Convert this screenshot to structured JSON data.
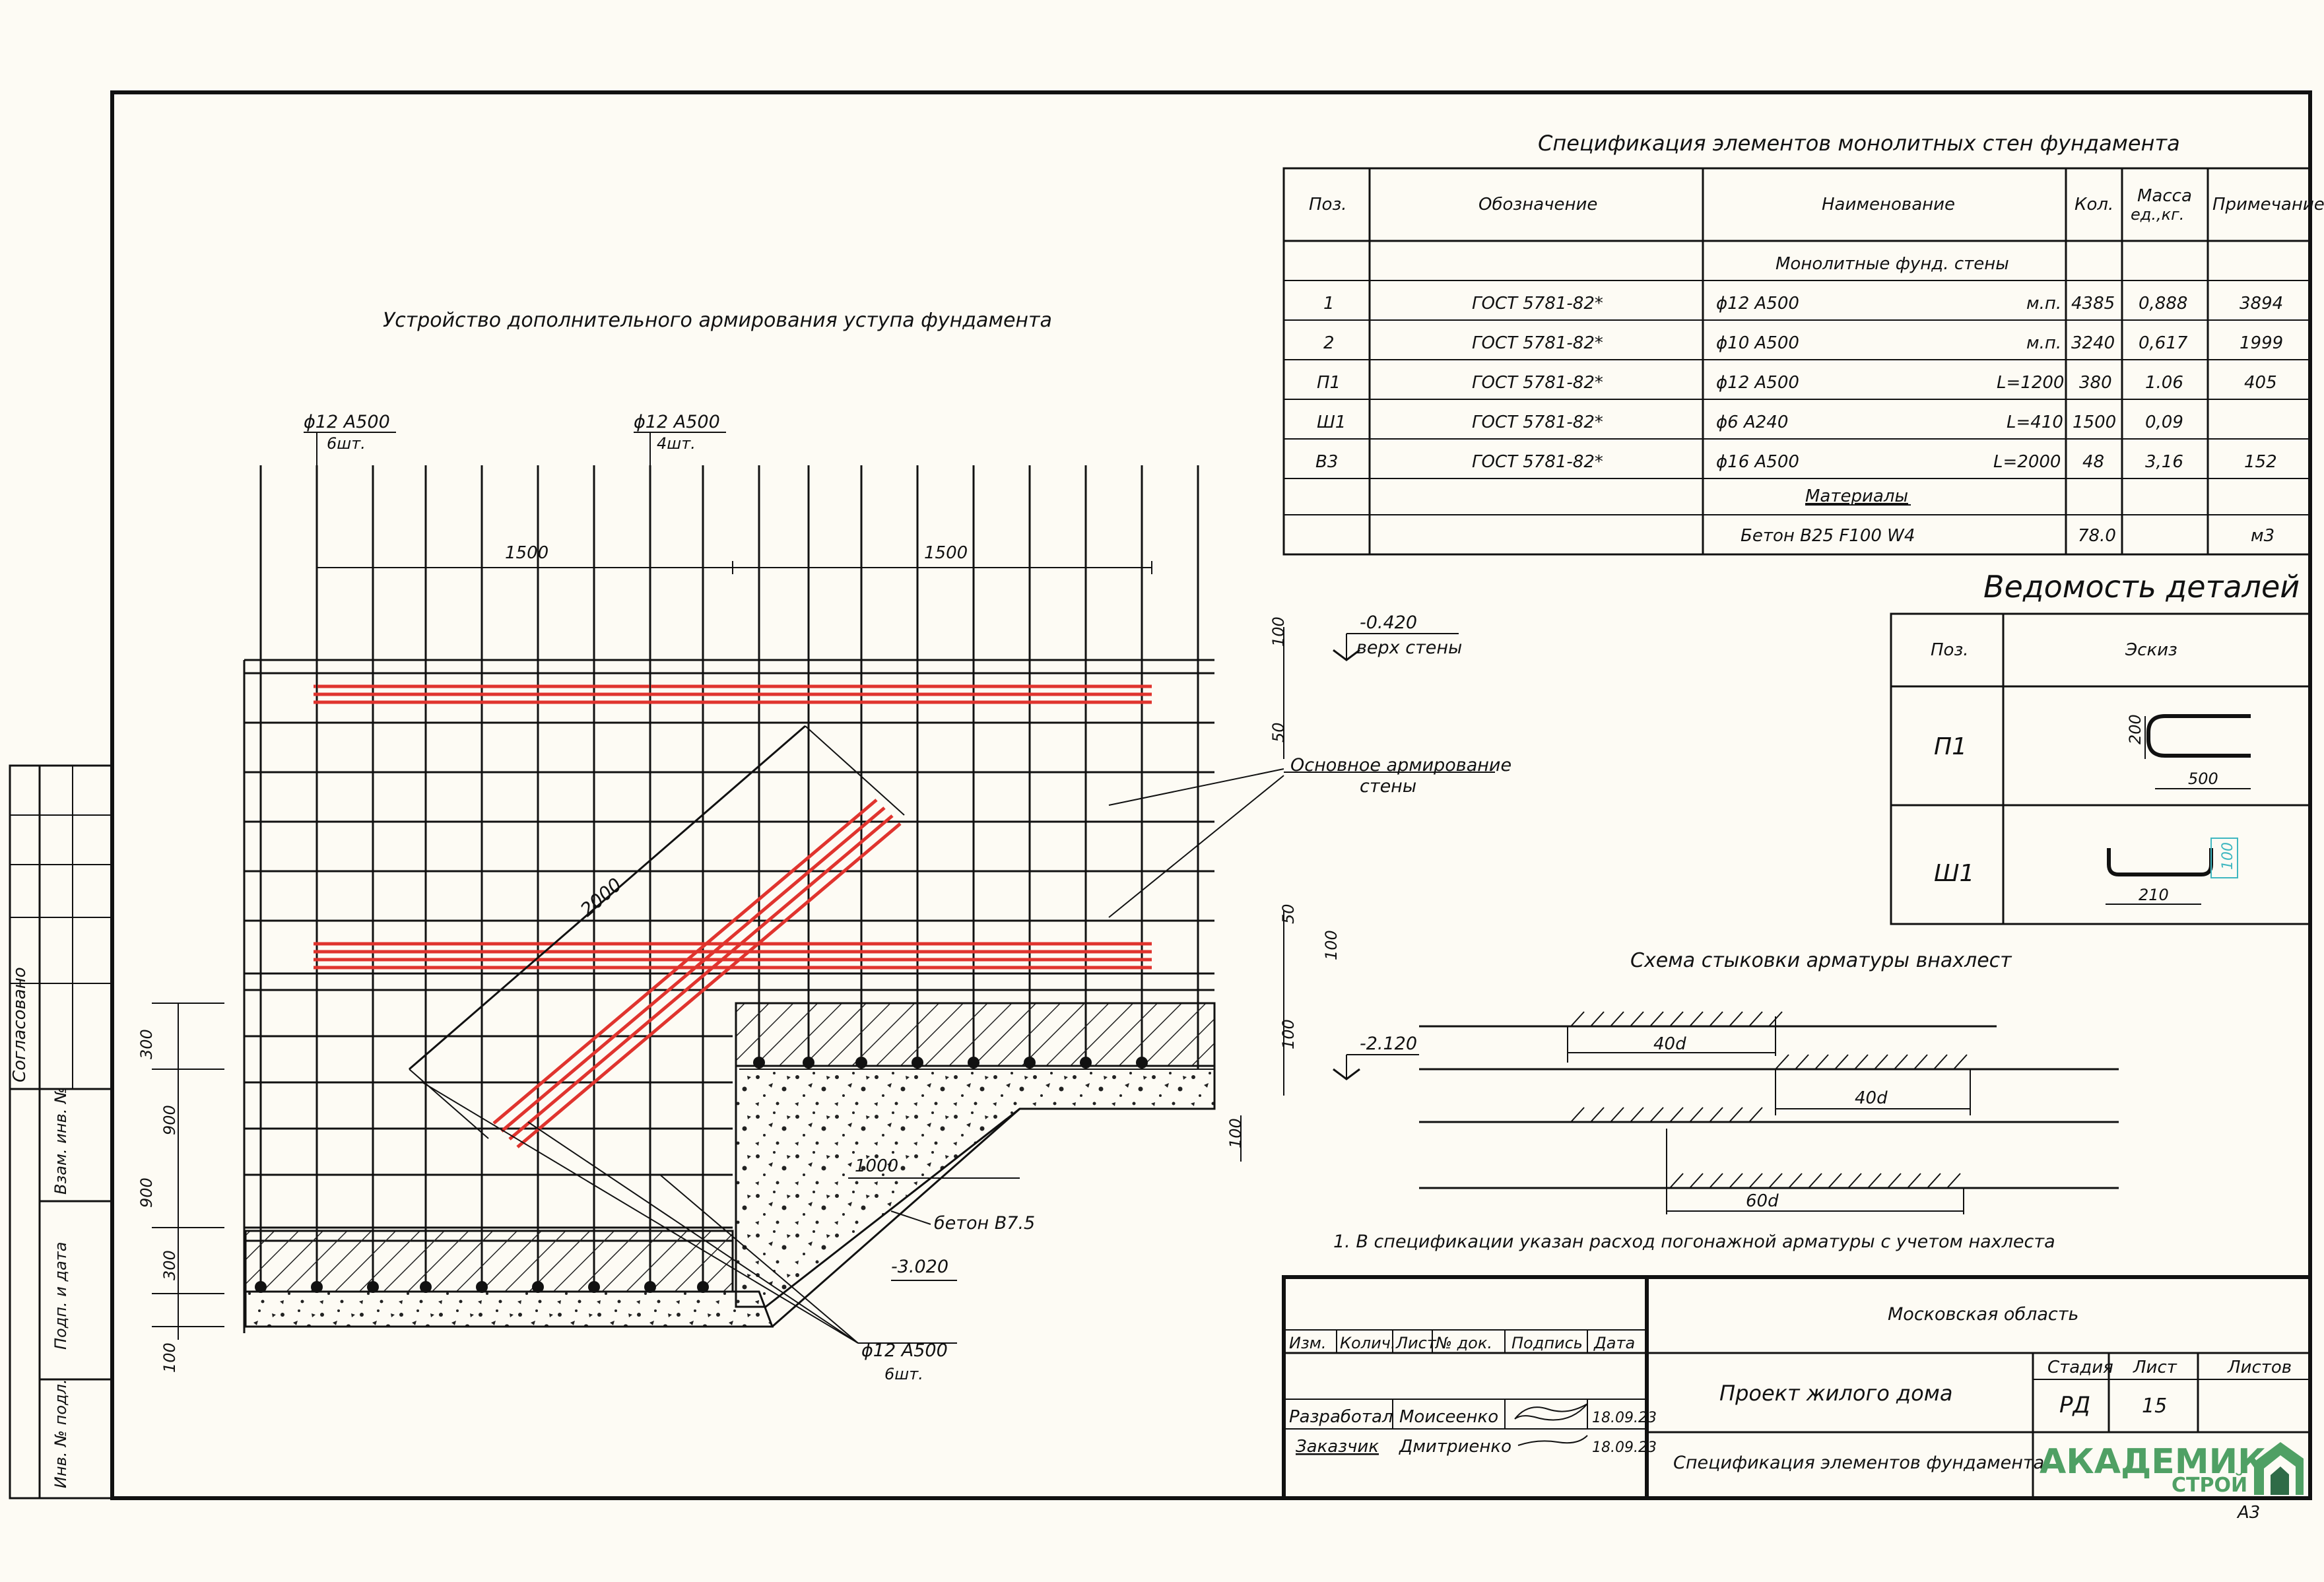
{
  "drawing": {
    "title_main": "Устройство дополнительного армирования уступа фундамента",
    "callouts": {
      "bar_top_left": "ϕ12 А500",
      "qty_top_left": "6шт.",
      "bar_top_mid": "ϕ12 А500",
      "qty_top_mid": "4шт.",
      "bar_bottom": "ϕ12 А500",
      "qty_bottom": "6шт.",
      "main_reinf_1": "Основное армирование",
      "main_reinf_2": "стены",
      "concrete": "бетон B7.5"
    },
    "dims": {
      "d1500a": "1500",
      "d1500b": "1500",
      "d2000": "2000",
      "d1000": "1000",
      "d100_top": "100",
      "d50_top": "50",
      "d50_mid": "50",
      "d100_mid": "100",
      "d100_low": "100",
      "d100_step": "100",
      "d300_l1": "300",
      "d900_l1": "900",
      "d900_l2": "900",
      "d300_l2": "300",
      "d100_l": "100"
    },
    "levels": {
      "top_value": "-0.420",
      "top_label": "верх стены",
      "mid_value": "-2.120",
      "low_value": "-3.020"
    }
  },
  "spec_table": {
    "title": "Спецификация элементов монолитных стен фундамента",
    "headers": {
      "pos": "Поз.",
      "designation": "Обозначение",
      "name": "Наименование",
      "qty": "Кол.",
      "mass_1": "Масса",
      "mass_2": "ед.,кг.",
      "note": "Примечание"
    },
    "section_1": "Монолитные фунд. стены",
    "rows": [
      {
        "pos": "1",
        "designation": "ГОСТ 5781-82*",
        "name": "ϕ12 А500",
        "suffix": "м.п.",
        "qty": "4385",
        "mass": "0,888",
        "note": "3894"
      },
      {
        "pos": "2",
        "designation": "ГОСТ 5781-82*",
        "name": "ϕ10 А500",
        "suffix": "м.п.",
        "qty": "3240",
        "mass": "0,617",
        "note": "1999"
      },
      {
        "pos": "П1",
        "designation": "ГОСТ 5781-82*",
        "name": "ϕ12 А500",
        "suffix": "L=1200",
        "qty": "380",
        "mass": "1.06",
        "note": "405"
      },
      {
        "pos": "Ш1",
        "designation": "ГОСТ 5781-82*",
        "name": "ϕ6 А240",
        "suffix": "L=410",
        "qty": "1500",
        "mass": "0,09",
        "note": ""
      },
      {
        "pos": "В3",
        "designation": "ГОСТ 5781-82*",
        "name": "ϕ16 А500",
        "suffix": "L=2000",
        "qty": "48",
        "mass": "3,16",
        "note": "152"
      }
    ],
    "section_2": "Материалы",
    "material": {
      "name": "Бетон В25 F100 W4",
      "qty": "78.0",
      "unit": "м3"
    }
  },
  "details_table": {
    "title": "Ведомость деталей",
    "headers": {
      "pos": "Поз.",
      "sketch": "Эскиз"
    },
    "rows": [
      {
        "pos": "П1",
        "dim_w": "500",
        "dim_h": "200"
      },
      {
        "pos": "Ш1",
        "dim_w": "210",
        "dim_h": "100"
      }
    ]
  },
  "splice": {
    "title": "Схема стыковки арматуры внахлест",
    "lap_1": "40d",
    "lap_2": "40d",
    "lap_3": "60d"
  },
  "note": "1. В спецификации указан расход погонажной арматуры с учетом нахлеста",
  "left_strip": {
    "agreed": "Согласовано",
    "inv_replace": "Взам. инв. №",
    "sign_date": "Подп. и дата",
    "inv_orig": "Инв. № подл."
  },
  "title_block": {
    "region": "Московская область",
    "headers": {
      "change": "Изм.",
      "count": "Колич.",
      "sheet": "Лист",
      "doc": "№ док.",
      "sign": "Подпись",
      "date": "Дата"
    },
    "developed_role": "Разработал",
    "developed_name": "Моисеенко",
    "developed_date": "18.09.23",
    "customer_role": "Заказчик",
    "customer_name": "Дмитриенко",
    "customer_date": "18.09.23",
    "project": "Проект жилого дома",
    "sheet_title": "Спецификация элементов фундамента",
    "stage_label": "Стадия",
    "sheet_label": "Лист",
    "sheets_label": "Листов",
    "stage": "РД",
    "sheet_no": "15",
    "sheets": "",
    "logo_top": "АКАДЕМИК",
    "logo_bottom": "СТРОЙ",
    "format": "А3"
  },
  "colors": {
    "rebar_accent": "#e0342e",
    "logo_green": "#4fa064",
    "logo_dark": "#2f6b47",
    "dim_cyan": "#3fb7c0"
  }
}
